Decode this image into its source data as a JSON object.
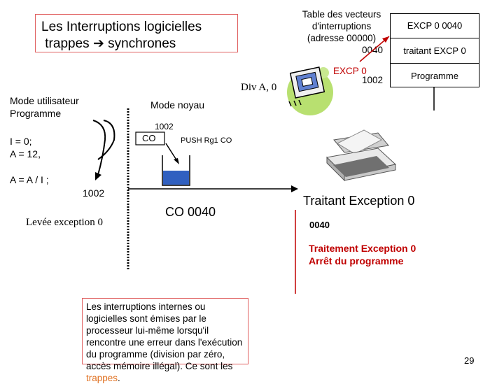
{
  "title": {
    "line1": "Les Interruptions logicielles",
    "line2": "trappes",
    "arrow": "➔",
    "line2b": "synchrones"
  },
  "vector_table": {
    "header_lines": [
      "Table des vecteurs",
      "d'interruptions",
      "(adresse 00000)"
    ],
    "addr_0040": "0040",
    "excp_label": "EXCP 0",
    "addr_1002": "1002",
    "row1": "EXCP 0   0040",
    "row2": "traitant EXCP 0",
    "row3": "Programme"
  },
  "div_label": "Div A, 0",
  "user_mode": {
    "line1": "Mode utilisateur",
    "line2": "Programme"
  },
  "kernel_mode": "Mode noyau",
  "code": {
    "line1": "I = 0;",
    "line2": "A = 12,",
    "line3": "A = A / I ;"
  },
  "stack": {
    "addr": "1002",
    "co": "CO",
    "push": "PUSH Rg1 CO"
  },
  "addr_1002_left": "1002",
  "levee": "Levée exception 0",
  "co_assign": {
    "co": "CO",
    "arrow": "",
    "value": "0040"
  },
  "traitant": {
    "title": "Traitant Exception 0",
    "addr": "0040",
    "line1": "Traitement Exception 0",
    "line2": "Arrêt du programme"
  },
  "note": {
    "text": "Les interruptions internes ou logicielles sont émises par le processeur lui-même lorsqu'il rencontre une erreur dans l'exécution du programme (division par zéro, accès mémoire illégal). Ce sont les",
    "highlight": "trappes",
    "end": "."
  },
  "page_number": "29",
  "colors": {
    "red": "#c00000",
    "orange": "#e07020",
    "water": "#3060c0",
    "green": "#b8e070"
  }
}
